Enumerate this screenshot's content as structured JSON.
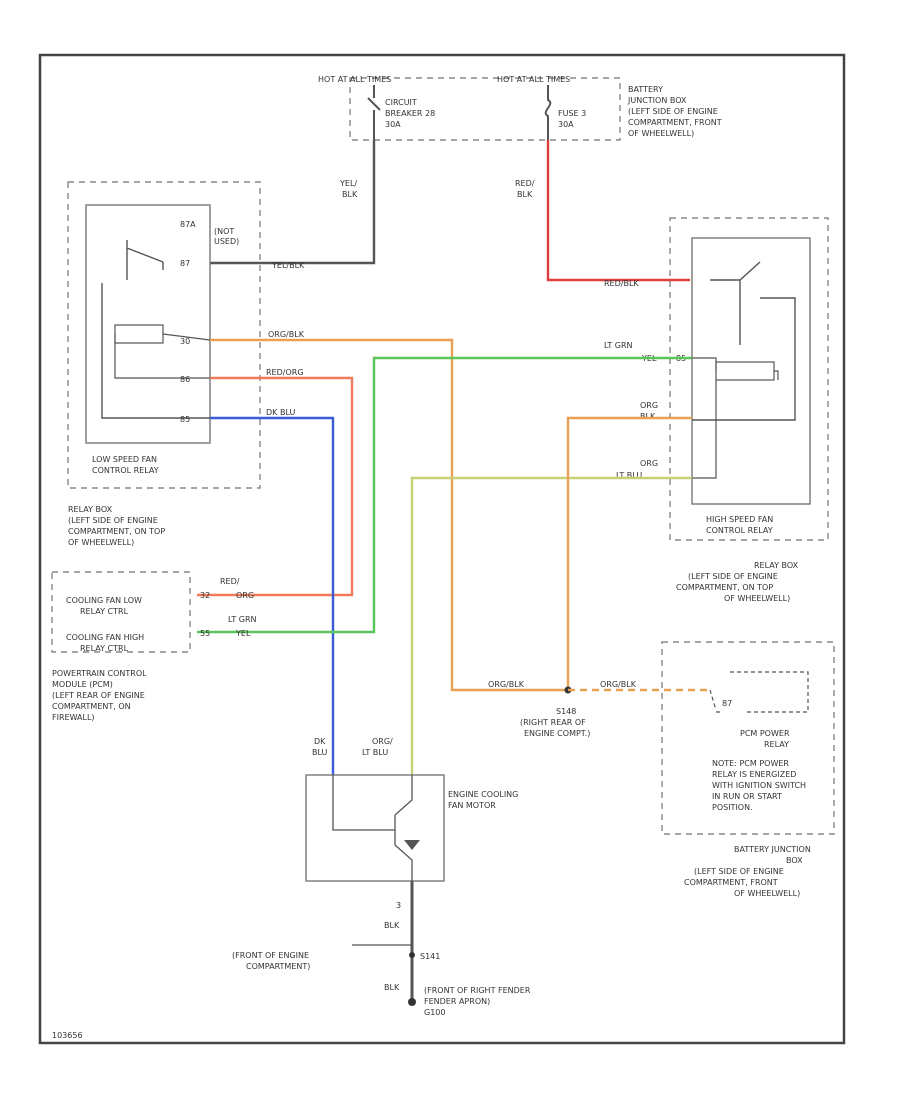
{
  "colors": {
    "red": "#e23b3b",
    "orange": "#e9a055",
    "coral": "#f07b5a",
    "blue": "#3b5bd9",
    "green": "#5bc45b",
    "yellow_green": "#c7cf76",
    "wire_dark": "#555555"
  },
  "labels": {
    "hot_all_times_1": "HOT AT ALL TIMES",
    "hot_all_times_2": "HOT AT ALL TIMES",
    "circuit_breaker_1": "CIRCUIT",
    "circuit_breaker_2": "BREAKER 28",
    "circuit_breaker_3": "30A",
    "fuse_1": "FUSE 3",
    "fuse_2": "30A",
    "bjb_top_1": "BATTERY",
    "bjb_top_2": "JUNCTION BOX",
    "bjb_top_3": "(LEFT SIDE OF ENGINE",
    "bjb_top_4": "COMPARTMENT, FRONT",
    "bjb_top_5": "OF WHEELWELL)",
    "yel_1": "YEL/",
    "yel_2": "BLK",
    "red_1": "RED/",
    "red_2": "BLK",
    "low_pin_87a": "87A",
    "low_not_used_1": "(NOT",
    "low_not_used_2": "USED)",
    "low_pin_87": "87",
    "low_pin_30": "30",
    "low_pin_86": "86",
    "low_pin_85": "85",
    "low_wire_yel": "YEL/BLK",
    "low_wire_org": "ORG/BLK",
    "low_wire_red": "RED/ORG",
    "low_wire_dk": "DK BLU",
    "low_relay_1": "LOW SPEED FAN",
    "low_relay_2": "CONTROL RELAY",
    "relay_box_l_1": "RELAY BOX",
    "relay_box_l_2": "(LEFT SIDE OF ENGINE",
    "relay_box_l_3": "COMPARTMENT, ON TOP",
    "relay_box_l_4": "OF WHEELWELL)",
    "high_wire_red": "RED/BLK",
    "high_ltgrn_1": "LT GRN",
    "high_ltgrn_2": "YEL",
    "high_org_1": "ORG",
    "high_org_2": "BLK",
    "high_org3_1": "ORG",
    "high_org3_2": "LT BLU",
    "high_pin_85": "85",
    "high_relay_1": "HIGH SPEED FAN",
    "high_relay_2": "CONTROL RELAY",
    "relay_box_r_1": "RELAY BOX",
    "relay_box_r_2": "(LEFT SIDE OF ENGINE",
    "relay_box_r_3": "COMPARTMENT, ON TOP",
    "relay_box_r_4": "OF WHEELWELL)",
    "pcm_red_1": "RED/",
    "pcm_red_2": "ORG",
    "pcm_red_3": "32",
    "pcm_ltgrn": "LT GRN",
    "pcm_ltgrn_2": "YEL",
    "pcm_ltgrn_3": "55",
    "pcm_low_1": "COOLING FAN LOW",
    "pcm_low_2": "RELAY CTRL",
    "pcm_high_1": "COOLING FAN HIGH",
    "pcm_high_2": "RELAY CTRL",
    "pcm_note_1": "POWERTRAIN CONTROL",
    "pcm_note_2": "MODULE (PCM)",
    "pcm_note_3": "(LEFT REAR OF ENGINE",
    "pcm_note_4": "COMPARTMENT, ON",
    "pcm_note_5": "FIREWALL)",
    "s_wire_left": "ORG/BLK",
    "s_wire_right": "ORG/BLK",
    "s148_1": "S148",
    "s148_2": "(RIGHT REAR OF",
    "s148_3": "ENGINE COMPT.)",
    "pcm_relay_pin": "87",
    "pcm_relay_1": "PCM POWER",
    "pcm_relay_2": "RELAY",
    "note_1": "NOTE: PCM POWER",
    "note_2": "RELAY IS ENERGIZED",
    "note_3": "WITH IGNITION SWITCH",
    "note_4": "IN RUN OR START",
    "note_5": "POSITION.",
    "bjb_bot_1": "BATTERY JUNCTION",
    "bjb_bot_2": "BOX",
    "bjb_bot_3": "(LEFT SIDE OF ENGINE",
    "bjb_bot_4": "COMPARTMENT, FRONT",
    "bjb_bot_5": "OF WHEELWELL)",
    "fan_dk_1": "DK",
    "fan_dk_2": "BLU",
    "fan_org_1": "ORG/",
    "fan_org_2": "LT BLU",
    "fan_1": "ENGINE COOLING",
    "fan_2": "FAN MOTOR",
    "fan_pin": "3",
    "blk_1": "BLK",
    "s141": "S141",
    "front_engine_1": "(FRONT OF ENGINE",
    "front_engine_2": "COMPARTMENT)",
    "blk_2": "BLK",
    "g_1": "(FRONT OF RIGHT FENDER",
    "g_2": "FENDER APRON)",
    "g_3": "G100",
    "code": "103656"
  }
}
